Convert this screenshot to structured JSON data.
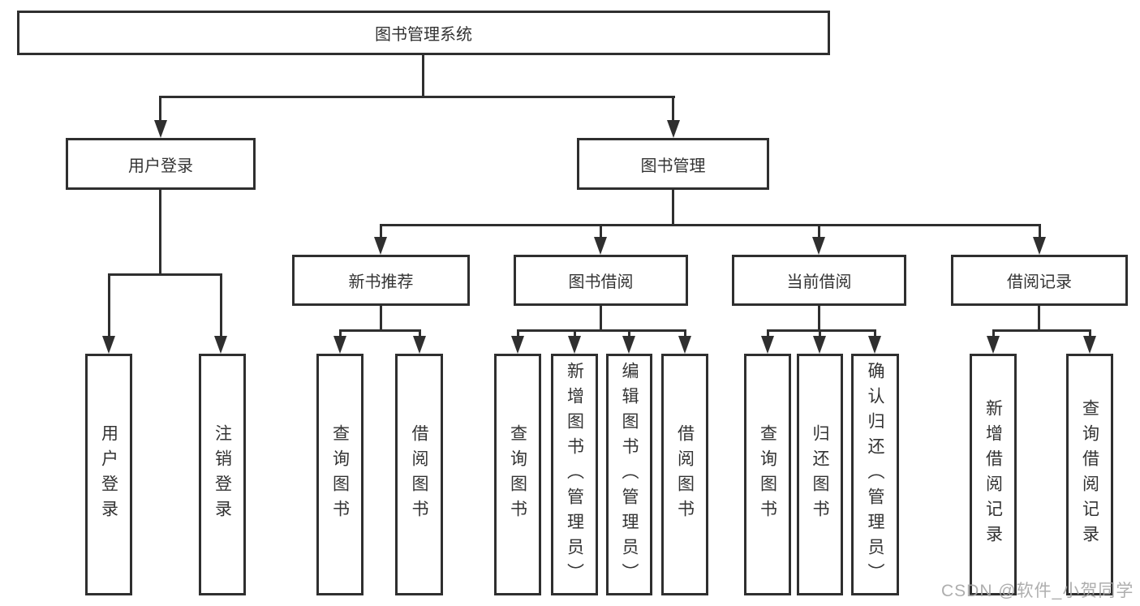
{
  "colors": {
    "line": "#2f2f2f",
    "text": "#333333",
    "background": "#ffffff"
  },
  "watermark": {
    "text": "CSDN @软件_小贺同学",
    "color": "#a5a5a5"
  },
  "tree": {
    "root": {
      "label": "图书管理系统"
    },
    "level2": [
      {
        "label": "用户登录",
        "children": [
          {
            "label": "用户登录"
          },
          {
            "label": "注销登录"
          }
        ]
      },
      {
        "label": "图书管理",
        "children": [
          {
            "label": "新书推荐",
            "children": [
              {
                "label": "查询图书"
              },
              {
                "label": "借阅图书"
              }
            ]
          },
          {
            "label": "图书借阅",
            "children": [
              {
                "label": "查询图书"
              },
              {
                "label": "新增图书（管理员）"
              },
              {
                "label": "编辑图书（管理员）"
              },
              {
                "label": "借阅图书"
              }
            ]
          },
          {
            "label": "当前借阅",
            "children": [
              {
                "label": "查询图书"
              },
              {
                "label": "归还图书"
              },
              {
                "label": "确认归还（管理员）"
              }
            ]
          },
          {
            "label": "借阅记录",
            "children": [
              {
                "label": "新增借阅记录"
              },
              {
                "label": "查询借阅记录"
              }
            ]
          }
        ]
      }
    ]
  }
}
